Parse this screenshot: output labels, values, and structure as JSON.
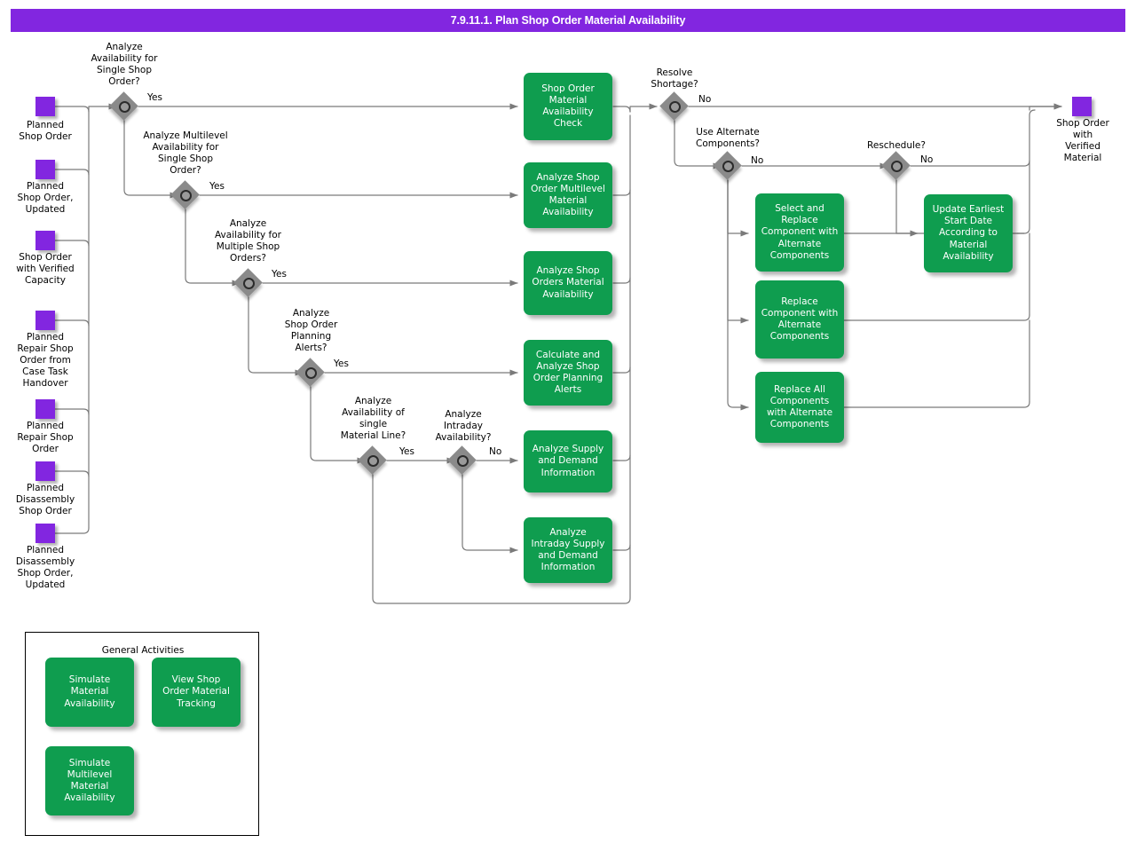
{
  "header": {
    "title": "7.9.11.1. Plan Shop Order Material Availability",
    "bar_color": "#8226e0"
  },
  "colors": {
    "purple": "#8226e0",
    "green": "#0f9d4f",
    "diamond_gray": "#8a8a8a",
    "wire": "#7a7a7a"
  },
  "inputs": [
    {
      "label": "Planned\nShop Order"
    },
    {
      "label": "Planned\nShop Order,\nUpdated"
    },
    {
      "label": "Shop Order\nwith Verified\nCapacity"
    },
    {
      "label": "Planned\nRepair Shop\nOrder from\nCase Task\nHandover"
    },
    {
      "label": "Planned\nRepair Shop\nOrder"
    },
    {
      "label": "Planned\nDisassembly\nShop Order"
    },
    {
      "label": "Planned\nDisassembly\nShop Order,\nUpdated"
    }
  ],
  "output": {
    "label": "Shop Order\nwith\nVerified\nMaterial"
  },
  "decisions": [
    {
      "question": "Analyze\nAvailability for\nSingle Shop\nOrder?",
      "yes_label": "Yes"
    },
    {
      "question": "Analyze Multilevel\nAvailability for\nSingle Shop\nOrder?",
      "yes_label": "Yes"
    },
    {
      "question": "Analyze\nAvailability for\nMultiple Shop\nOrders?",
      "yes_label": "Yes"
    },
    {
      "question": "Analyze\nShop Order\nPlanning\nAlerts?",
      "yes_label": "Yes"
    },
    {
      "question": "Analyze\nAvailability of\nsingle\nMaterial Line?",
      "yes_label": "Yes"
    },
    {
      "question": "Analyze\nIntraday\nAvailability?",
      "no_label": "No"
    },
    {
      "question": "Resolve\nShortage?",
      "no_label": "No"
    },
    {
      "question": "Use Alternate\nComponents?",
      "no_label": "No"
    },
    {
      "question": "Reschedule?",
      "no_label": "No"
    }
  ],
  "activities_main": [
    {
      "label": "Shop Order\nMaterial\nAvailability\nCheck"
    },
    {
      "label": "Analyze Shop\nOrder Multilevel\nMaterial\nAvailability"
    },
    {
      "label": "Analyze Shop\nOrders Material\nAvailability"
    },
    {
      "label": "Calculate and\nAnalyze Shop\nOrder Planning\nAlerts"
    },
    {
      "label": "Analyze Supply\nand Demand\nInformation"
    },
    {
      "label": "Analyze\nIntraday Supply\nand Demand\nInformation"
    }
  ],
  "activities_alternate": [
    {
      "label": "Select and\nReplace\nComponent with\nAlternate\nComponents"
    },
    {
      "label": "Replace\nComponent with\nAlternate\nComponents"
    },
    {
      "label": "Replace All\nComponents\nwith Alternate\nComponents"
    }
  ],
  "activities_reschedule": [
    {
      "label": "Update Earliest\nStart Date\nAccording to\nMaterial\nAvailability"
    }
  ],
  "general_activities": {
    "panel_title": "General Activities",
    "items": [
      {
        "label": "Simulate\nMaterial\nAvailability"
      },
      {
        "label": "View Shop\nOrder Material\nTracking"
      },
      {
        "label": "Simulate\nMultilevel\nMaterial\nAvailability"
      }
    ]
  }
}
